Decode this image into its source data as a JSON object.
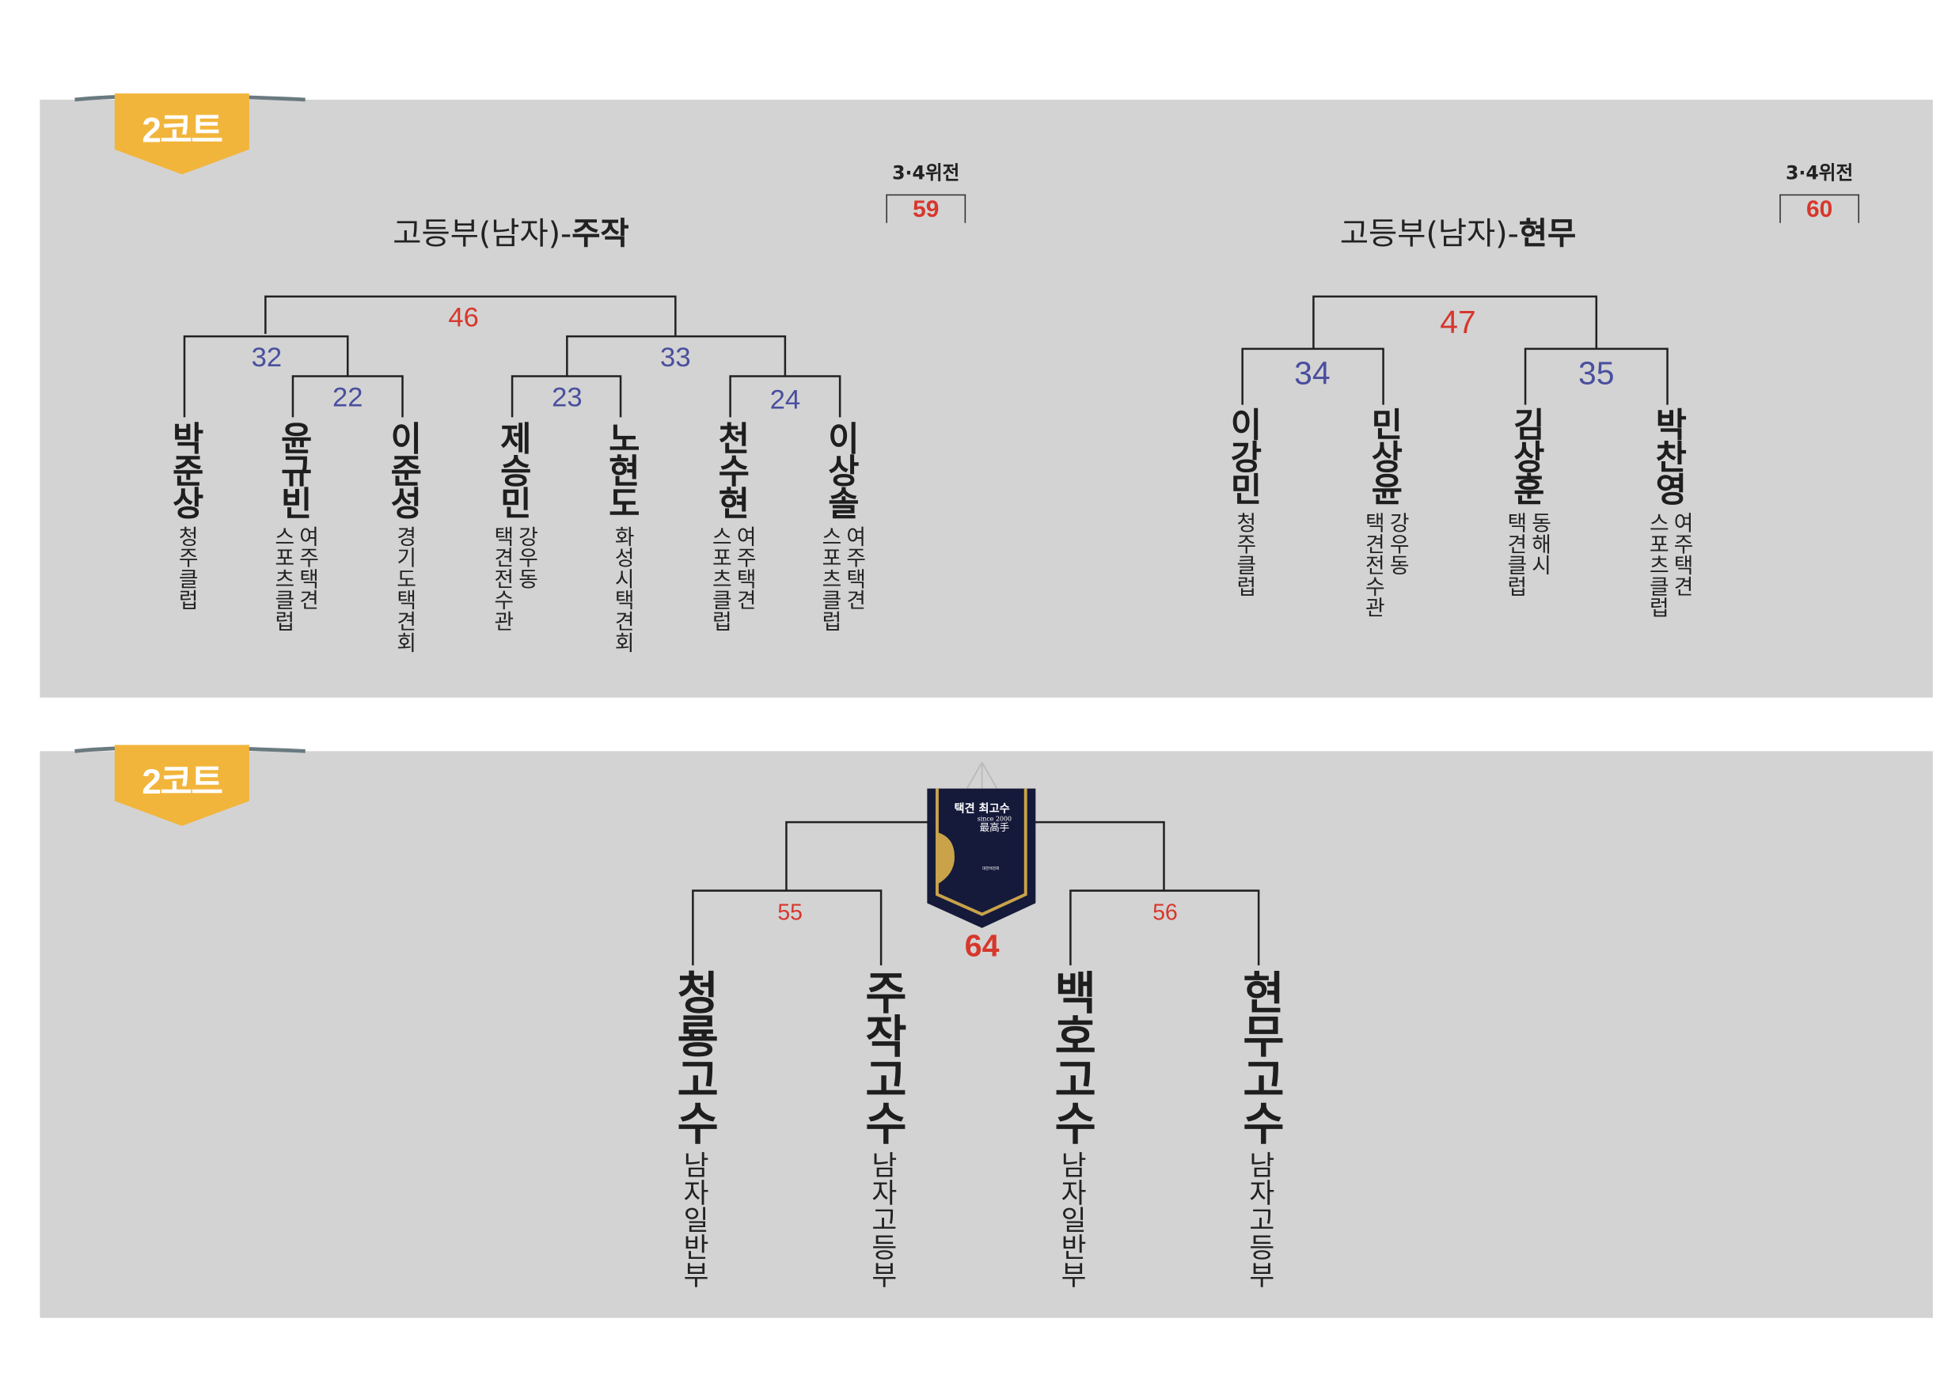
{
  "colors": {
    "panel": "#d3d3d3",
    "badge": "#f2b53b",
    "match_blue": "#4a4f9e",
    "match_red": "#d7372c",
    "pennant": "#151a3a",
    "gold": "#c9a24a"
  },
  "courts": [
    {
      "badge": "2코트",
      "brackets": [
        {
          "title_prefix": "고등부(남자)-",
          "title_team": "주작",
          "third_place_label": "3·4위전",
          "third_place_match": "59",
          "matches": {
            "final": "46",
            "semi_left": "32",
            "semi_right": "33",
            "q1": "22",
            "q2": "23",
            "q3": "24"
          },
          "players": [
            {
              "name": "박준상",
              "club": "청주클럽"
            },
            {
              "name": "윤규빈",
              "club": "여주택견\n스포츠클럽"
            },
            {
              "name": "이준성",
              "club": "경기도택견회"
            },
            {
              "name": "제승민",
              "club": "강우동\n택견전수관"
            },
            {
              "name": "노현도",
              "club": "화성시택견회"
            },
            {
              "name": "천수현",
              "club": "여주택견\n스포츠클럽"
            },
            {
              "name": "이상솔",
              "club": "여주택견\n스포츠클럽"
            }
          ]
        },
        {
          "title_prefix": "고등부(남자)-",
          "title_team": "현무",
          "third_place_label": "3·4위전",
          "third_place_match": "60",
          "matches": {
            "final": "47",
            "semi_left": "34",
            "semi_right": "35"
          },
          "players": [
            {
              "name": "이강민",
              "club": "청주클럽"
            },
            {
              "name": "민상윤",
              "club": "강우동\n택견전수관"
            },
            {
              "name": "김상훈",
              "club": "동해시\n택견클럽"
            },
            {
              "name": "박찬영",
              "club": "여주택견\n스포츠클럽"
            }
          ]
        }
      ]
    },
    {
      "badge": "2코트",
      "pennant": {
        "title": "택견 최고수",
        "since": "since 2000",
        "hanja": "最高手",
        "org": "대한택견회"
      },
      "matches": {
        "final": "64",
        "semi_left": "55",
        "semi_right": "56"
      },
      "teams": [
        {
          "name": "청룡고수",
          "division": "남자일반부"
        },
        {
          "name": "주작고수",
          "division": "남자고등부"
        },
        {
          "name": "백호고수",
          "division": "남자일반부"
        },
        {
          "name": "현무고수",
          "division": "남자고등부"
        }
      ]
    }
  ]
}
